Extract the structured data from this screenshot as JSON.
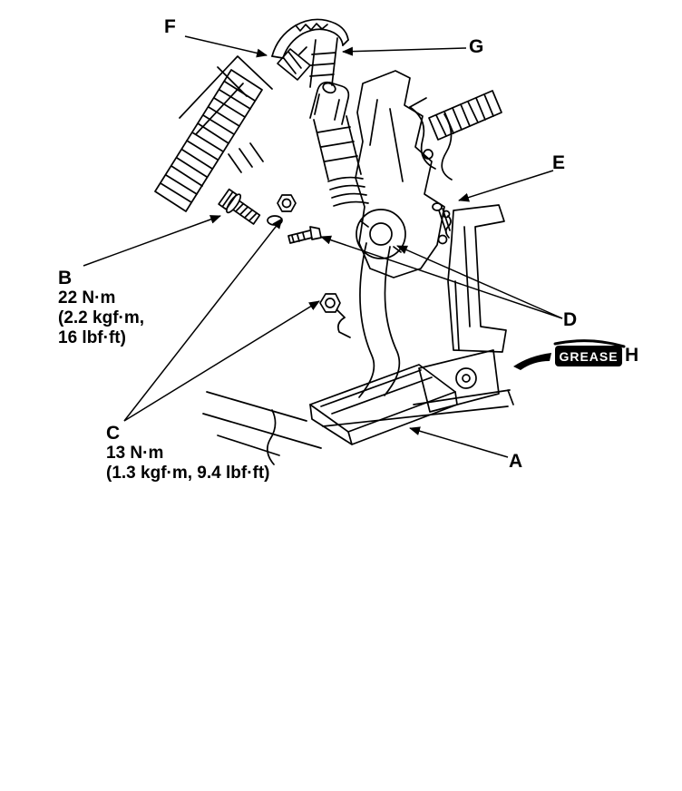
{
  "figure": {
    "callouts": {
      "A": "A",
      "B": "B",
      "C": "C",
      "D": "D",
      "E": "E",
      "F": "F",
      "G": "G",
      "H": "H"
    },
    "torque_b": {
      "lines": [
        "22 N·m",
        "(2.2 kgf·m,",
        "16 lbf·ft)"
      ]
    },
    "torque_c": {
      "lines": [
        "13 N·m",
        "(1.3 kgf·m, 9.4 lbf·ft)"
      ]
    },
    "grease": "GREASE",
    "colors": {
      "ink": "#000000",
      "paper": "#ffffff"
    }
  }
}
